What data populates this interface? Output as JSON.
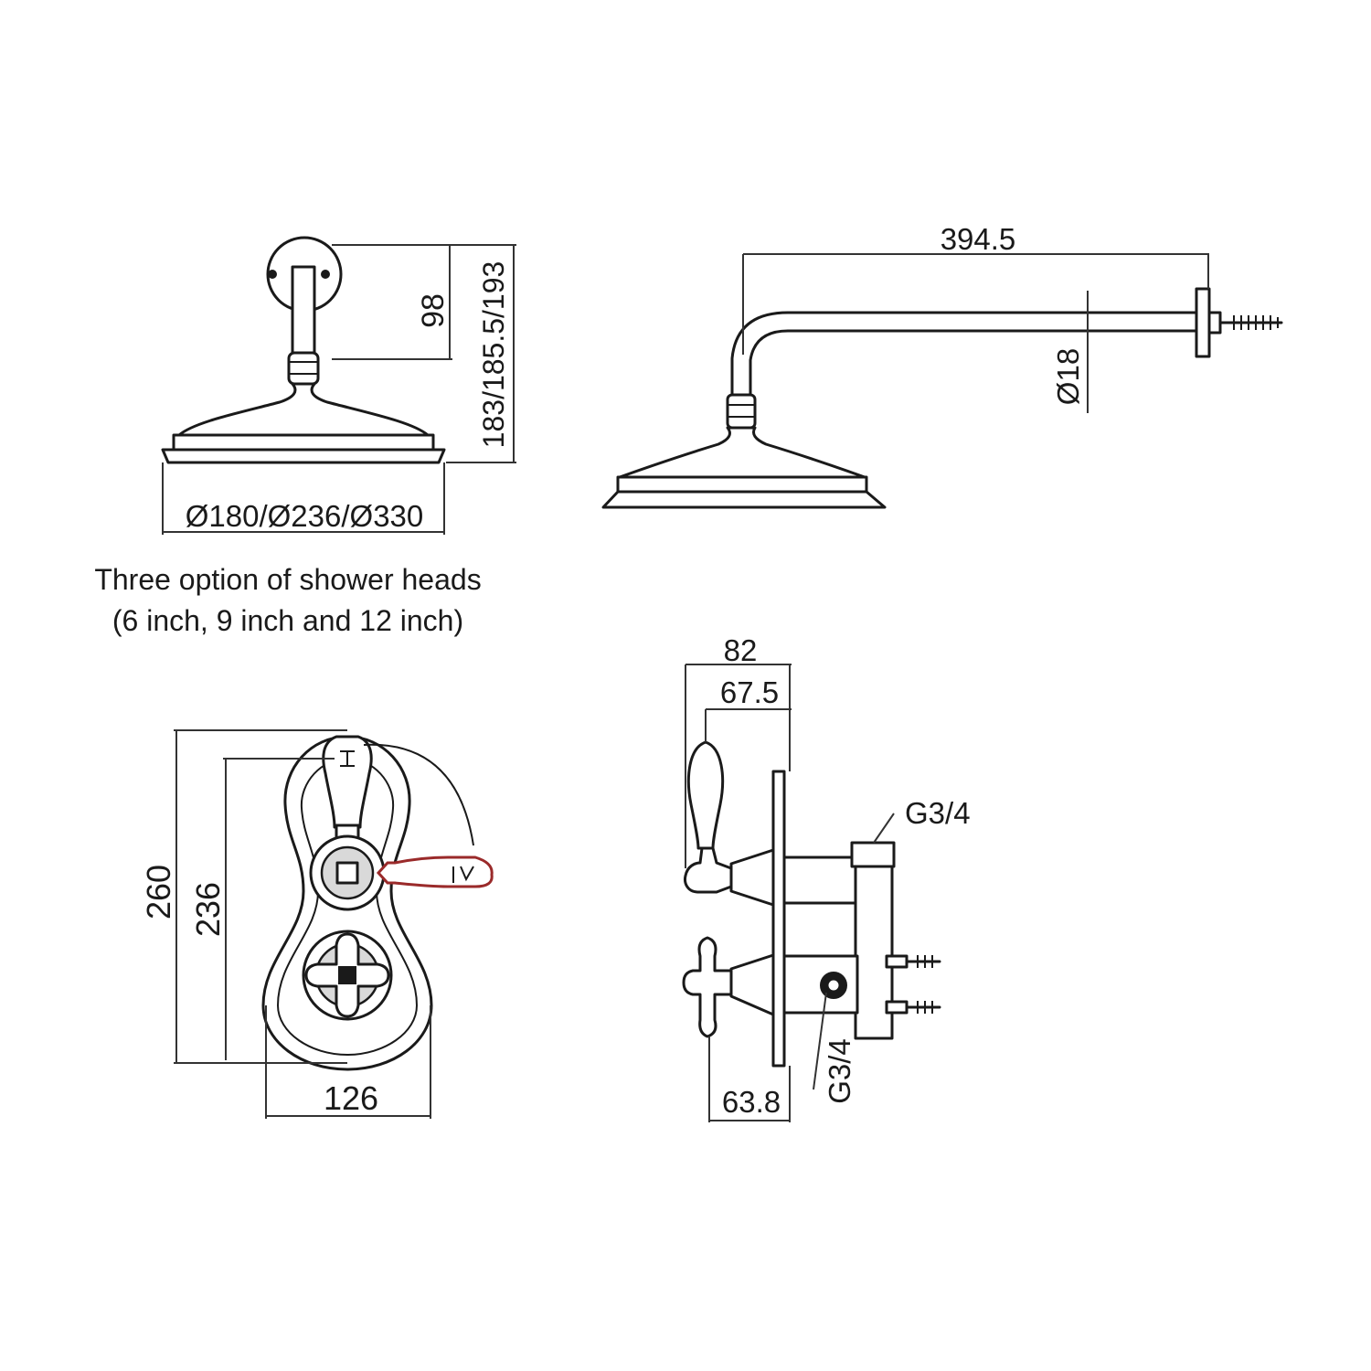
{
  "front_view_head": {
    "diameter_label": "Ø180/Ø236/Ø330",
    "arm_drop_label": "98",
    "height_label": "183/185.5/193"
  },
  "side_view_head": {
    "arm_length_label": "394.5",
    "arm_diameter_label": "Ø18"
  },
  "caption": {
    "line1": "Three option of shower heads",
    "line2": "(6 inch, 9 inch and 12 inch)"
  },
  "valve_front": {
    "overall_height_label": "260",
    "plate_height_label": "236",
    "width_label": "126"
  },
  "valve_side": {
    "overall_depth_label": "82",
    "handle_depth_label": "67.5",
    "lower_depth_label": "63.8",
    "inlet_top_label": "G3/4",
    "inlet_bottom_label": "G3/4"
  },
  "colors": {
    "line": "#1a1a1a",
    "accent_handle": "#9a2a2a",
    "background": "#ffffff"
  }
}
